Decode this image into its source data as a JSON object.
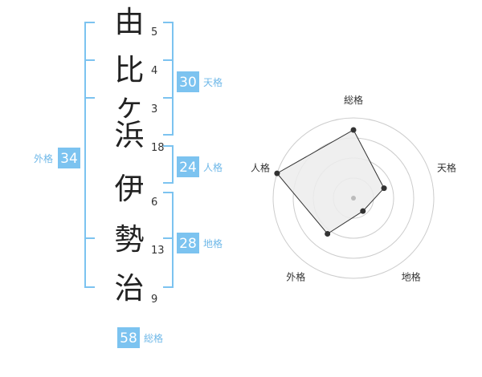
{
  "name": {
    "characters": [
      {
        "char": "由",
        "strokes": "5"
      },
      {
        "char": "比",
        "strokes": "4"
      },
      {
        "char": "ヶ",
        "strokes": "3"
      },
      {
        "char": "浜",
        "strokes": "18"
      },
      {
        "char": "伊",
        "strokes": "6"
      },
      {
        "char": "勢",
        "strokes": "13"
      },
      {
        "char": "治",
        "strokes": "9"
      }
    ]
  },
  "fortunes": {
    "tenkaku": {
      "value": "30",
      "label": "天格"
    },
    "jinkaku": {
      "value": "24",
      "label": "人格"
    },
    "chikaku": {
      "value": "28",
      "label": "地格"
    },
    "gaikaku": {
      "value": "34",
      "label": "外格"
    },
    "soukaku": {
      "value": "58",
      "label": "総格"
    }
  },
  "colors": {
    "accent": "#7cc3f0",
    "badge": "#7cc3f0",
    "text": "#222222",
    "radar_fill": "#ececec",
    "radar_grid": "#cccccc"
  },
  "chart_data": {
    "type": "radar",
    "axes": [
      "総格",
      "天格",
      "地格",
      "外格",
      "人格"
    ],
    "values": [
      0.85,
      0.4,
      0.2,
      0.55,
      1.0
    ],
    "rings": 4,
    "range": [
      0,
      1
    ]
  }
}
